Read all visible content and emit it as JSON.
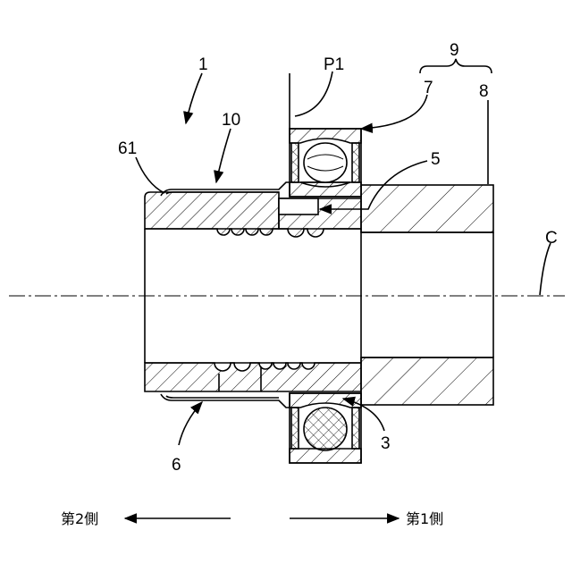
{
  "labels": {
    "ref_1": "1",
    "ref_p1": "P1",
    "ref_9": "9",
    "ref_7": "7",
    "ref_8": "8",
    "ref_10": "10",
    "ref_61": "61",
    "ref_5": "5",
    "ref_c": "C",
    "ref_6": "6",
    "ref_3": "3"
  },
  "directions": {
    "second_side": "第2側",
    "first_side": "第1側"
  }
}
